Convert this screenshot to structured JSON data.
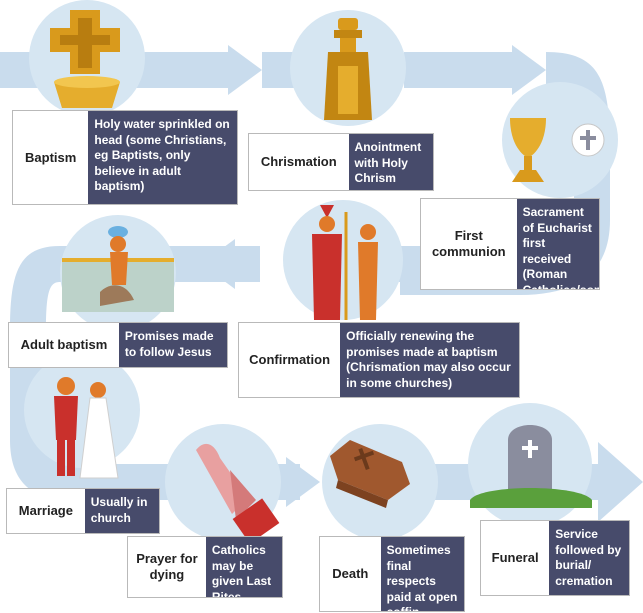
{
  "colors": {
    "flow_arrow": "#c9dced",
    "circle": "#d6e6f2",
    "description_box": "#474b6b",
    "gold": "#d99a1c",
    "red": "#c9302c",
    "orange": "#e07a2a",
    "coffin": "#a0582e",
    "grave": "#8a8d9e",
    "grass": "#5aa03c"
  },
  "stages": [
    {
      "name": "Baptism",
      "description": "Holy water sprinkled on head (some Christians, eg Baptists, only believe in adult baptism)",
      "icon": "font-cross-icon"
    },
    {
      "name": "Chrismation",
      "description": "Anointment with Holy Chrism",
      "icon": "oil-bottle-icon"
    },
    {
      "name": "First communion",
      "description": "Sacrament of Eucharist first received (Roman Catholics/some Anglicans)",
      "icon": "chalice-icon"
    },
    {
      "name": "Adult baptism",
      "description": "Promises made to follow Jesus",
      "icon": "immersion-icon"
    },
    {
      "name": "Confirmation",
      "description": "Officially renewing the promises made at baptism (Chrismation may also occur in some churches)",
      "icon": "bishop-icon"
    },
    {
      "name": "Marriage",
      "description": "Usually in church",
      "icon": "couple-icon"
    },
    {
      "name": "Prayer for dying",
      "description": "Catholics may be given Last Rites",
      "icon": "praying-hands-icon"
    },
    {
      "name": "Death",
      "description": "Sometimes final respects paid at open coffin",
      "icon": "coffin-icon"
    },
    {
      "name": "Funeral",
      "description": "Service followed by burial/ cremation",
      "icon": "gravestone-icon"
    }
  ]
}
